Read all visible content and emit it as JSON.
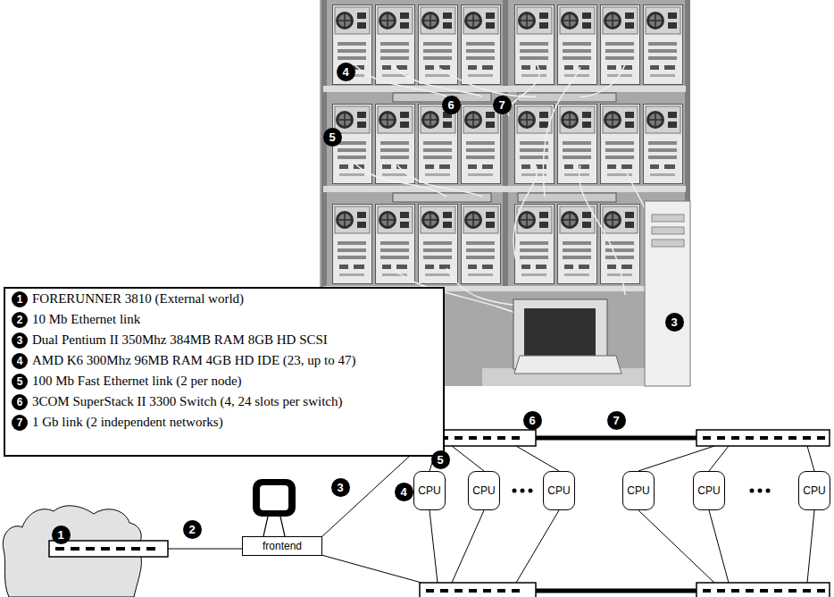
{
  "diagram": {
    "nodes": [
      {
        "text": [
          "frontend"
        ]
      },
      {
        "text": [
          "CPU"
        ]
      },
      {
        "text": [
          "CPU"
        ]
      },
      {
        "text": [
          "CPU"
        ]
      },
      {
        "text": [
          "CPU"
        ]
      },
      {
        "text": [
          "CPU"
        ]
      },
      {
        "text": [
          "CPU"
        ]
      }
    ],
    "labels": [
      "4",
      "6",
      "7",
      "5",
      "3",
      "1",
      "2",
      "3",
      "4",
      "5",
      "6",
      "7",
      "1",
      "2",
      "3",
      "6",
      "7",
      "5",
      "4"
    ],
    "legend": [
      {
        "text": "FORERUNNER 3810 (External world)"
      },
      {
        "text": "10 Mb Ethernet link"
      },
      {
        "text": "Dual Pentium II 350Mhz 384MB RAM 8GB HD SCSI"
      },
      {
        "text": "AMD K6 300Mhz 96MB RAM 4GB HD IDE (23, up to 47)"
      },
      {
        "text": "100 Mb Fast Ethernet link (2 per node)"
      },
      {
        "text": "3COM SuperStack II 3300 Switch (4, 24 slots per switch)"
      },
      {
        "text": "1 Gb link (2 independent networks)"
      }
    ]
  }
}
